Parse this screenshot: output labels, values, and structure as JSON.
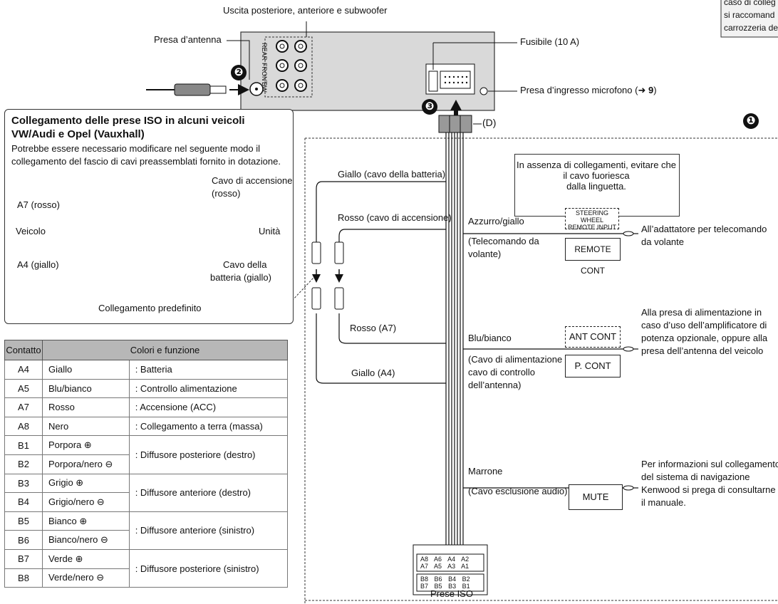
{
  "corner_note": {
    "lines": [
      "caso di colleg",
      "si raccomand",
      "carrozzeria de"
    ]
  },
  "head_unit": {
    "rear_outputs_label": "Uscita posteriore, anteriore e subwoofer",
    "antenna_label": "Presa d’antenna",
    "fuse_label": "Fusibile (10 A)",
    "mic_label": "Presa d’ingresso microfono (",
    "mic_ref": "9",
    "mic_close": ")",
    "port_labels": [
      "REAR",
      "FRONT",
      "SW"
    ]
  },
  "markers": {
    "one": "❶",
    "two": "❷",
    "three": "❸",
    "d_label": "(D)"
  },
  "iso_note": {
    "title_line1": "Collegamento delle prese ISO in alcuni veicoli",
    "title_line2": "VW/Audi e Opel (Vauxhall)",
    "body_line1": "Potrebbe essere necessario modificare nel seguente modo il",
    "body_line2": "collegamento del fascio di cavi preassemblati fornito in dotazione.",
    "a7": "A7 (rosso)",
    "ignition_line1": "Cavo di accensione",
    "ignition_line2": "(rosso)",
    "vehicle": "Veicolo",
    "unit": "Unità",
    "a4": "A4 (giallo)",
    "battery_line1": "Cavo della",
    "battery_line2": "batteria (giallo)",
    "default": "Collegamento predefinito"
  },
  "table": {
    "headers": [
      "Contatto",
      "Colori e funzione"
    ],
    "rows": [
      {
        "pin": "A4",
        "color": "Giallo",
        "func": ": Batteria"
      },
      {
        "pin": "A5",
        "color": "Blu/bianco",
        "func": ": Controllo alimentazione"
      },
      {
        "pin": "A7",
        "color": "Rosso",
        "func": ": Accensione (ACC)"
      },
      {
        "pin": "A8",
        "color": "Nero",
        "func": ": Collegamento a terra (massa)"
      },
      {
        "pin": "B1",
        "color": "Porpora ⊕",
        "func": ": Diffusore posteriore (destro)"
      },
      {
        "pin": "B2",
        "color": "Porpora/nero ⊖",
        "func": ""
      },
      {
        "pin": "B3",
        "color": "Grigio ⊕",
        "func": ": Diffusore anteriore (destro)"
      },
      {
        "pin": "B4",
        "color": "Grigio/nero ⊖",
        "func": ""
      },
      {
        "pin": "B5",
        "color": "Bianco ⊕",
        "func": ": Diffusore anteriore (sinistro)"
      },
      {
        "pin": "B6",
        "color": "Bianco/nero ⊖",
        "func": ""
      },
      {
        "pin": "B7",
        "color": "Verde ⊕",
        "func": ": Diffusore posteriore (sinistro)"
      },
      {
        "pin": "B8",
        "color": "Verde/nero ⊖",
        "func": ""
      }
    ]
  },
  "harness": {
    "yellow_battery": "Giallo (cavo della batteria)",
    "red_ignition": "Rosso (cavo di accensione)",
    "red_a7": "Rosso (A7)",
    "yellow_a4": "Giallo (A4)",
    "callout_line1": "In assenza di collegamenti, evitare che il cavo fuoriesca",
    "callout_line2": "dalla linguetta.",
    "steering_wire": "Azzurro/giallo",
    "steering_desc_line1": "(Telecomando da",
    "steering_desc_line2": "volante)",
    "steering_box_line1": "STEERING WHEEL",
    "steering_box_line2": "REMOTE INPUT",
    "remote_cont": "REMOTE CONT",
    "steering_target_line1": "All’adattatore per telecomando",
    "steering_target_line2": "da volante",
    "blue_white": "Blu/bianco",
    "blue_desc_line1": "(Cavo di alimentazione /",
    "blue_desc_line2": "cavo di controllo",
    "blue_desc_line3": "dell’antenna)",
    "ant_cont": "ANT CONT",
    "p_cont": "P. CONT",
    "power_target": [
      "Alla presa di alimentazione in",
      "caso d’uso dell’amplificatore di",
      "potenza opzionale, oppure alla",
      "presa dell’antenna del veicolo"
    ],
    "brown": "Marrone",
    "brown_desc": "(Cavo esclusione audio)",
    "mute": "MUTE",
    "nav_target": [
      "Per informazioni sul collegamento",
      "del sistema di navigazione",
      "Kenwood si prega di consultarne",
      "il manuale."
    ],
    "iso_label": "Prese ISO",
    "iso_a_row1": [
      "A8",
      "A6",
      "A4",
      "A2"
    ],
    "iso_a_row2": [
      "A7",
      "A5",
      "A3",
      "A1"
    ],
    "iso_b_row1": [
      "B8",
      "B6",
      "B4",
      "B2"
    ],
    "iso_b_row2": [
      "B7",
      "B5",
      "B3",
      "B1"
    ]
  }
}
